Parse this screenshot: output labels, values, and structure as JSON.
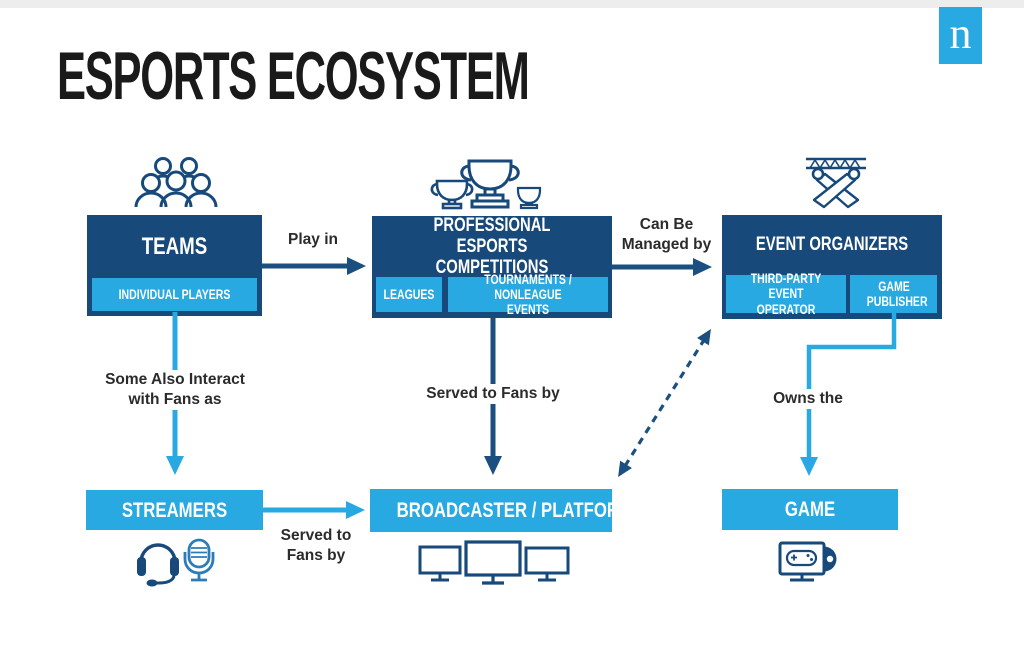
{
  "colors": {
    "dark_blue": "#17497B",
    "light_blue": "#29A9E1",
    "arrow_dark": "#1B4F80",
    "mic_blue": "#2B7CB9",
    "text_dark": "#2B2B2B",
    "topbar_gray": "#EDEDED"
  },
  "brand": {
    "logo_letter": "n"
  },
  "title": "ESPORTS ECOSYSTEM",
  "nodes": {
    "teams": {
      "label": "TEAMS",
      "sub": "INDIVIDUAL PLAYERS"
    },
    "competitions": {
      "label": "PROFESSIONAL ESPORTS COMPETITIONS",
      "subs": [
        "LEAGUES",
        "TOURNAMENTS / NONLEAGUE EVENTS"
      ]
    },
    "event_organizers": {
      "label": "EVENT ORGANIZERS",
      "subs": [
        "THIRD-PARTY EVENT OPERATOR",
        "GAME PUBLISHER"
      ]
    },
    "streamers": {
      "label": "STREAMERS"
    },
    "broadcaster": {
      "label": "BROADCASTER / PLATFORM"
    },
    "game": {
      "label": "GAME"
    }
  },
  "edge_labels": {
    "play_in": "Play in",
    "can_be_managed_by": "Can Be Managed by",
    "some_also_interact": "Some Also Interact with Fans as",
    "served_to_fans_by_competitions": "Served to Fans by",
    "served_to_fans_by_streamers": "Served to Fans by",
    "owns_the": "Owns the"
  }
}
